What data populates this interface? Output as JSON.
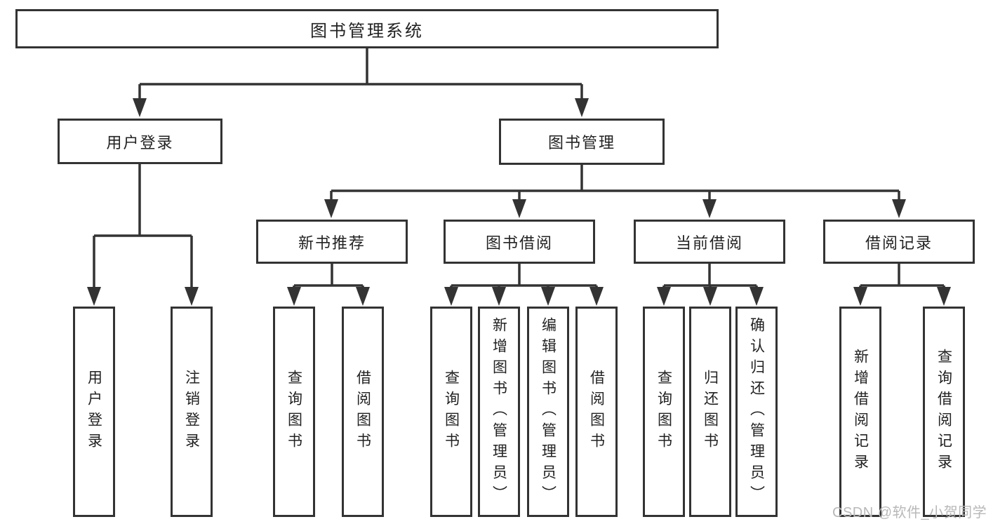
{
  "diagram": {
    "root": {
      "label": "图书管理系统"
    },
    "branches": [
      {
        "label": "用户登录",
        "children": [
          {
            "label": "用户登录"
          },
          {
            "label": "注销登录"
          }
        ]
      },
      {
        "label": "图书管理",
        "groups": [
          {
            "label": "新书推荐",
            "children": [
              {
                "label": "查询图书"
              },
              {
                "label": "借阅图书"
              }
            ]
          },
          {
            "label": "图书借阅",
            "children": [
              {
                "label": "查询图书"
              },
              {
                "label": "新增图书（管理员）"
              },
              {
                "label": "编辑图书（管理员）"
              },
              {
                "label": "借阅图书"
              }
            ]
          },
          {
            "label": "当前借阅",
            "children": [
              {
                "label": "查询图书"
              },
              {
                "label": "归还图书"
              },
              {
                "label": "确认归还（管理员）"
              }
            ]
          },
          {
            "label": "借阅记录",
            "children": [
              {
                "label": "新增借阅记录"
              },
              {
                "label": "查询借阅记录"
              }
            ]
          }
        ]
      }
    ]
  },
  "watermark": {
    "text": "CSDN @软件_小贺同学"
  },
  "colors": {
    "line": "#333333",
    "box_border": "#333333",
    "text": "#222222",
    "watermark_text": "#b8b8b8",
    "background": "#ffffff"
  }
}
